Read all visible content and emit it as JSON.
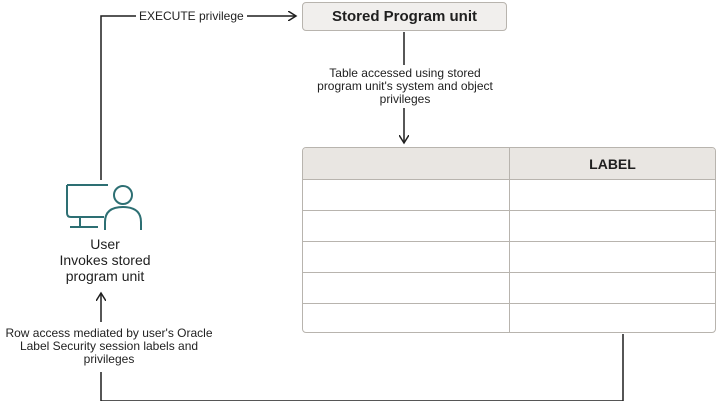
{
  "stored_program_unit": {
    "label": "Stored Program unit"
  },
  "execute_arrow": {
    "label": "EXECUTE privilege"
  },
  "access_note": {
    "label": "Table accessed using stored program unit's system and object privileges"
  },
  "user": {
    "name": "User",
    "action": "Invokes stored program unit"
  },
  "row_access_note": {
    "label": "Row access mediated by user's Oracle Label Security session labels and privileges"
  },
  "table": {
    "columns": [
      "",
      "LABEL"
    ],
    "rows": [
      [
        "",
        ""
      ],
      [
        "",
        ""
      ],
      [
        "",
        ""
      ],
      [
        "",
        ""
      ],
      [
        "",
        ""
      ]
    ]
  },
  "colors": {
    "line": "#1f1f1f",
    "box_fill": "#f1efed",
    "header_fill": "#e9e6e2",
    "border": "#b8b4ae",
    "icon": "#2d6f73"
  }
}
